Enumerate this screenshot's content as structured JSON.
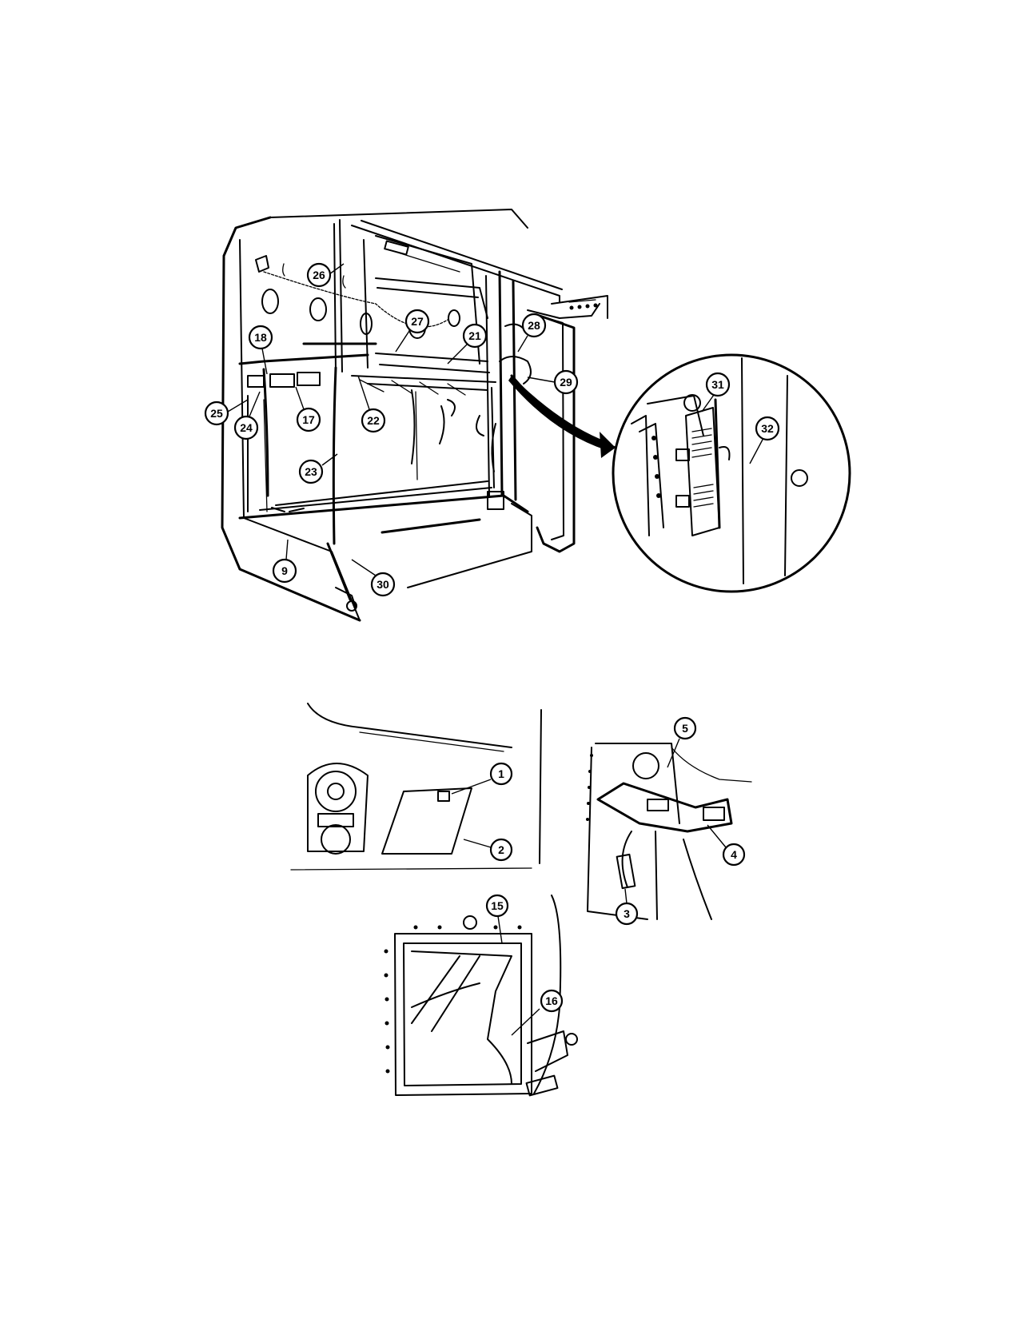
{
  "figure": {
    "main_view_callouts": [
      "26",
      "27",
      "21",
      "28",
      "29",
      "18",
      "25",
      "24",
      "17",
      "22",
      "23",
      "9",
      "30"
    ],
    "detail_view_callouts": [
      "31",
      "32"
    ],
    "access_panel_callouts": [
      "1",
      "2"
    ],
    "open_panel_callouts": [
      "5",
      "4",
      "3"
    ],
    "lower_panel_callouts": [
      "15",
      "16"
    ]
  }
}
